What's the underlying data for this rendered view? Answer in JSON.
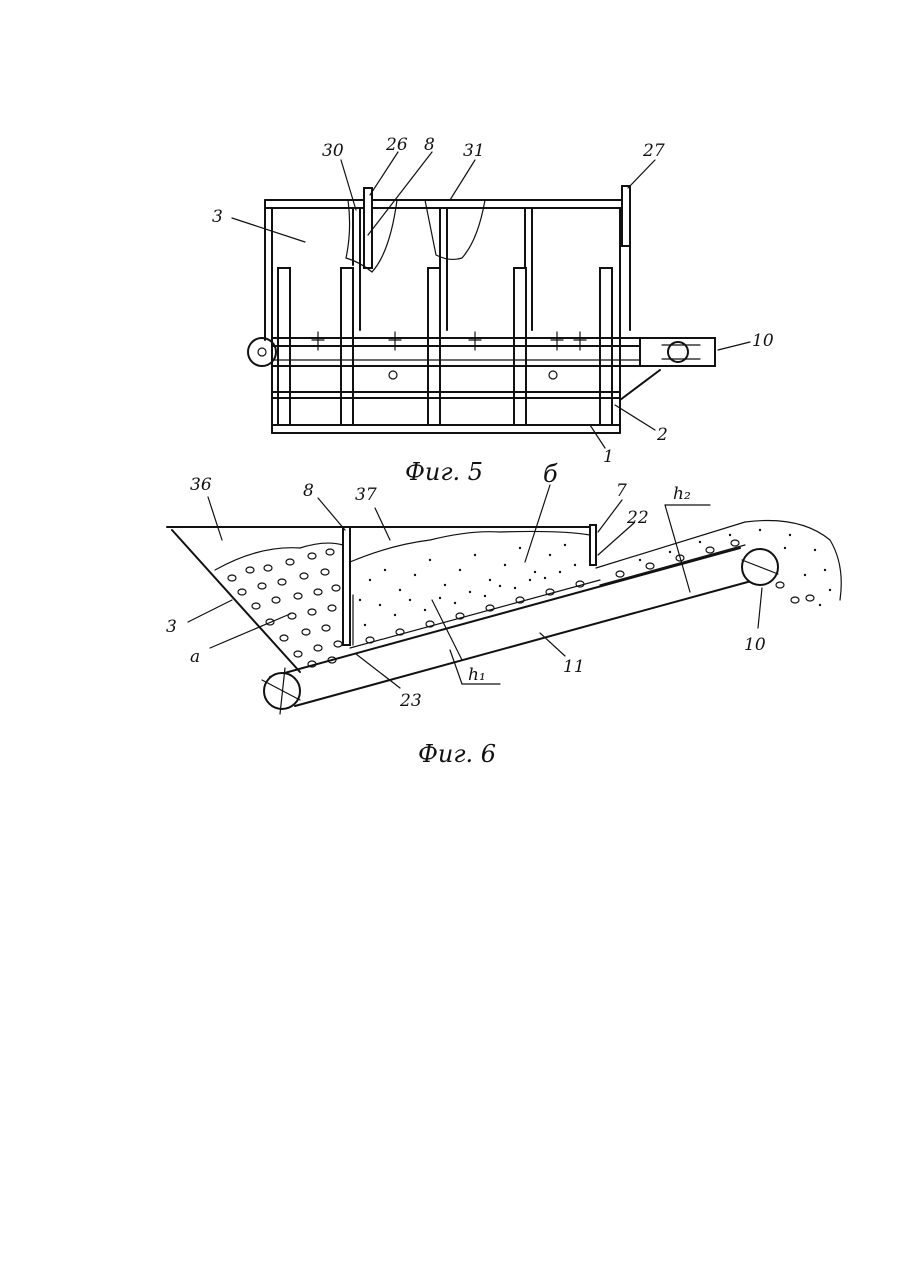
{
  "figure5": {
    "caption": "Фиг. 5",
    "labels": {
      "l1": "1",
      "l2": "2",
      "l3": "3",
      "l8": "8",
      "l10": "10",
      "l26": "26",
      "l27": "27",
      "l30": "30",
      "l31": "31"
    }
  },
  "figure6": {
    "caption": "Фиг. 6",
    "labels": {
      "l3": "3",
      "l7": "7",
      "l8": "8",
      "l10": "10",
      "l11": "11",
      "l22": "22",
      "l23": "23",
      "l36": "36",
      "l37": "37",
      "a": "а",
      "b": "б",
      "h1": "h₁",
      "h2": "h₂"
    }
  },
  "colors": {
    "ink": "#111111",
    "paper": "#ffffff"
  }
}
